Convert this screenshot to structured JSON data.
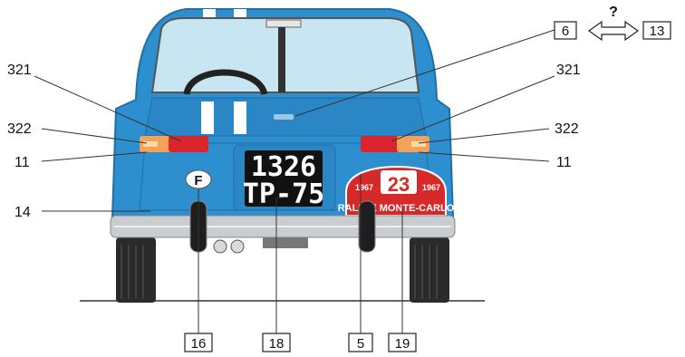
{
  "colors": {
    "body": "#2e8fcf",
    "body_dark": "#1f6fa8",
    "chrome": "#c9ccd0",
    "tire": "#2a2a2a",
    "taillight_red": "#d8262c",
    "taillight_amber": "#f2a25a",
    "rally_red": "#d62a2a"
  },
  "callouts": {
    "left_321": "321",
    "left_322": "322",
    "left_11": "11",
    "left_14": "14",
    "right_321": "321",
    "right_322": "322",
    "right_11": "11",
    "box_6": "6",
    "question": "?",
    "box_13": "13",
    "box_16": "16",
    "box_18": "18",
    "box_5": "5",
    "box_19": "19"
  },
  "plate": {
    "line1": "1326",
    "line2": "TP-75"
  },
  "country_badge": "F",
  "rally_plate": {
    "number": "23",
    "year_left": "1967",
    "year_right": "1967",
    "name": "RALLYE MONTE-CARLO"
  },
  "icons": {
    "double_arrow": "double-arrow-icon"
  }
}
